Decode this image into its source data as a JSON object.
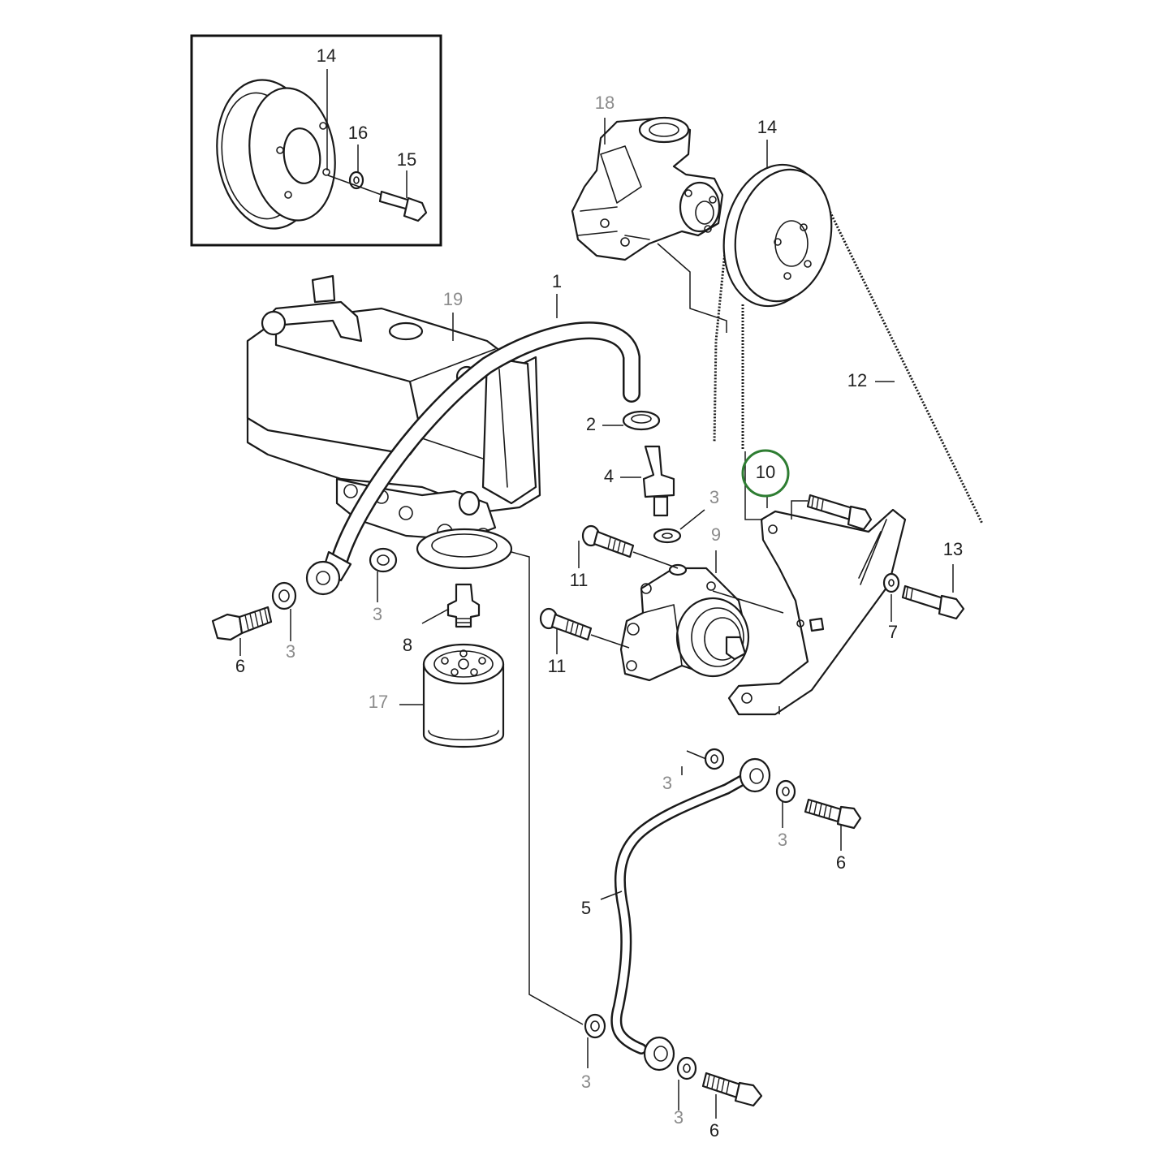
{
  "colors": {
    "line": "#1a1a1a",
    "label_dark": "#222222",
    "label_grey": "#8c8c8c",
    "highlight": "#2e7d32"
  },
  "labels": {
    "inset_pulley": "14",
    "inset_washer": "16",
    "inset_bolt": "15",
    "water_pump": "18",
    "pulley_main": "14",
    "reservoir": "19",
    "hose": "1",
    "clamp": "2",
    "nipple": "4",
    "washer_pump_top": "3",
    "servo_pump": "9",
    "bracket": "10",
    "belt": "12",
    "bolt_bracket": "13",
    "washer_bracket": "7",
    "bolt_pump_upper": "11",
    "bolt_pump_lower": "11",
    "banjo_bolt_left": "6",
    "washer_left_a": "3",
    "washer_left_b": "3",
    "washer_left_c": "3",
    "union_nipple": "8",
    "oil_filter": "17",
    "pipe": "5",
    "washer_pipe_top_a": "3",
    "washer_pipe_top_b": "3",
    "banjo_bolt_right": "6",
    "washer_pipe_bottom_a": "3",
    "washer_pipe_bottom_b": "3",
    "banjo_bolt_bottom": "6"
  }
}
